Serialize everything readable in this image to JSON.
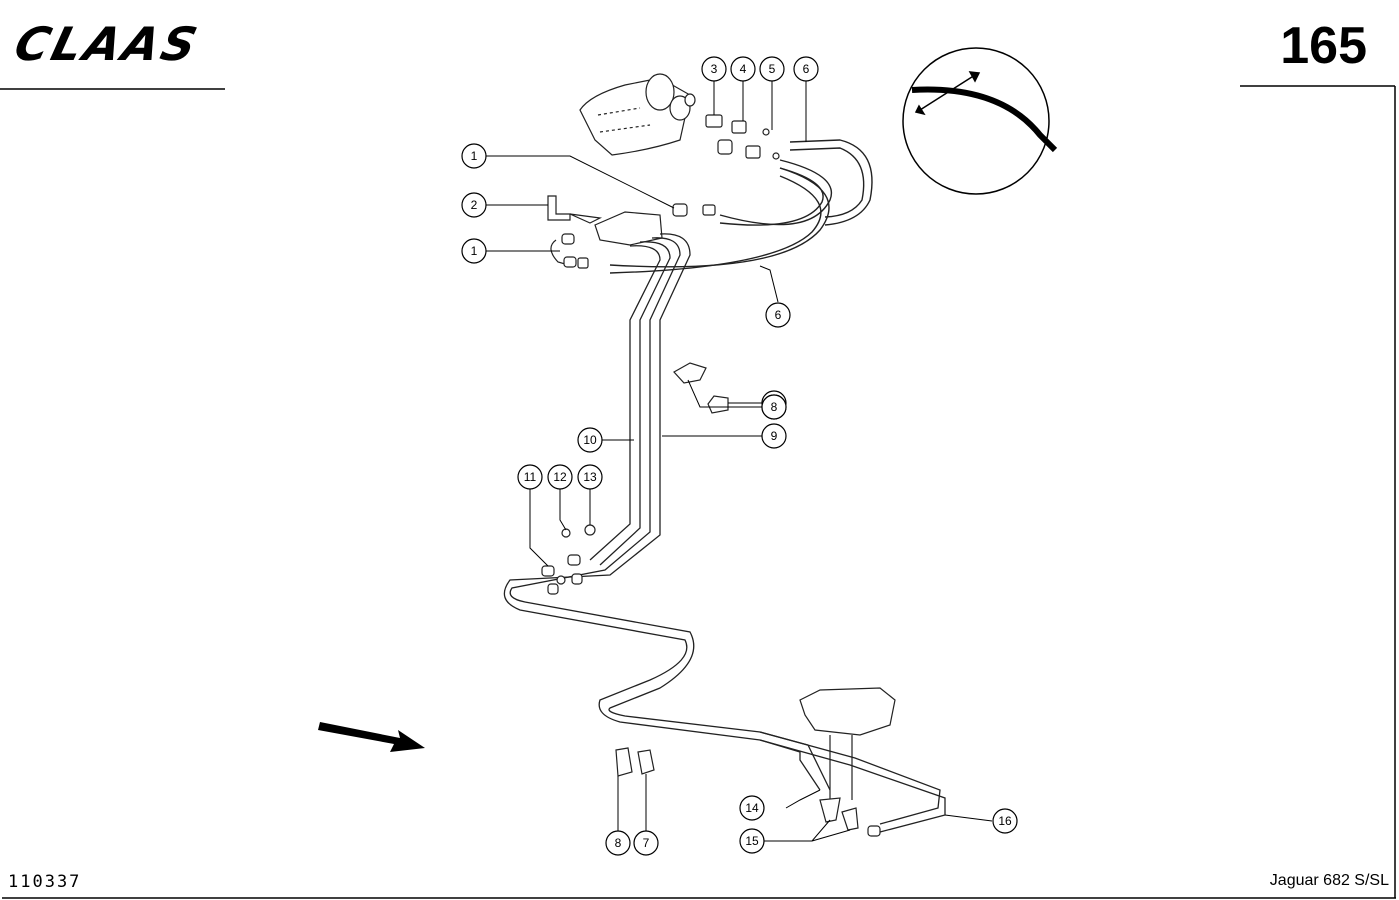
{
  "header": {
    "brand": "CLAAS",
    "page_number": "165"
  },
  "footer": {
    "drawing_number": "110337",
    "model": "Jaguar 682 S/SL"
  },
  "callouts": [
    {
      "id": "c1a",
      "label": "1"
    },
    {
      "id": "c2",
      "label": "2"
    },
    {
      "id": "c1b",
      "label": "1"
    },
    {
      "id": "c3",
      "label": "3"
    },
    {
      "id": "c4",
      "label": "4"
    },
    {
      "id": "c5",
      "label": "5"
    },
    {
      "id": "c6a",
      "label": "6"
    },
    {
      "id": "c6b",
      "label": "6"
    },
    {
      "id": "c7a",
      "label": "7"
    },
    {
      "id": "c8a",
      "label": "8"
    },
    {
      "id": "c9",
      "label": "9"
    },
    {
      "id": "c10",
      "label": "10"
    },
    {
      "id": "c11",
      "label": "11"
    },
    {
      "id": "c12",
      "label": "12"
    },
    {
      "id": "c13",
      "label": "13"
    },
    {
      "id": "c14",
      "label": "14"
    },
    {
      "id": "c15",
      "label": "15"
    },
    {
      "id": "c16",
      "label": "16"
    },
    {
      "id": "c8b",
      "label": "8"
    },
    {
      "id": "c7b",
      "label": "7"
    }
  ]
}
